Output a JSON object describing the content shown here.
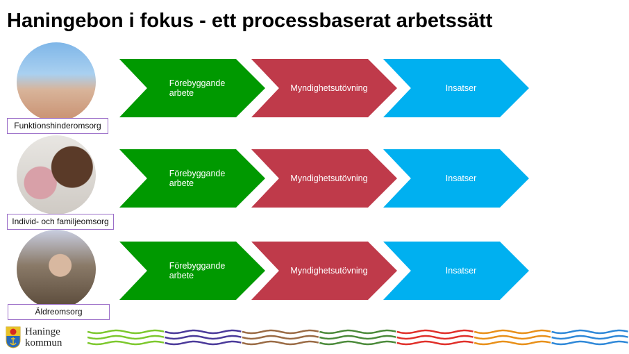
{
  "title": "Haningebon i fokus - ett processbaserat arbetssätt",
  "rows": [
    {
      "label": "Funktionshinderomsorg",
      "steps": [
        "Förebyggande\narbete",
        "Myndighetsutövning",
        "Insatser"
      ]
    },
    {
      "label": "Individ- och familjeomsorg",
      "steps": [
        "Förebyggande\narbete",
        "Myndighetsutövning",
        "Insatser"
      ]
    },
    {
      "label": "Äldreomsorg",
      "steps": [
        "Förebyggande\narbete",
        "Myndighetsutövning",
        "Insatser"
      ]
    }
  ],
  "logo": {
    "line1": "Haninge",
    "line2": "kommun"
  },
  "colors": {
    "green": "#009900",
    "red": "#bf3a4a",
    "blue": "#00b0f0",
    "waves": [
      "#7dc82e",
      "#4b3a9a",
      "#9a6b45",
      "#4b8a3a",
      "#e0302a",
      "#e8901a",
      "#2f88d8"
    ]
  }
}
